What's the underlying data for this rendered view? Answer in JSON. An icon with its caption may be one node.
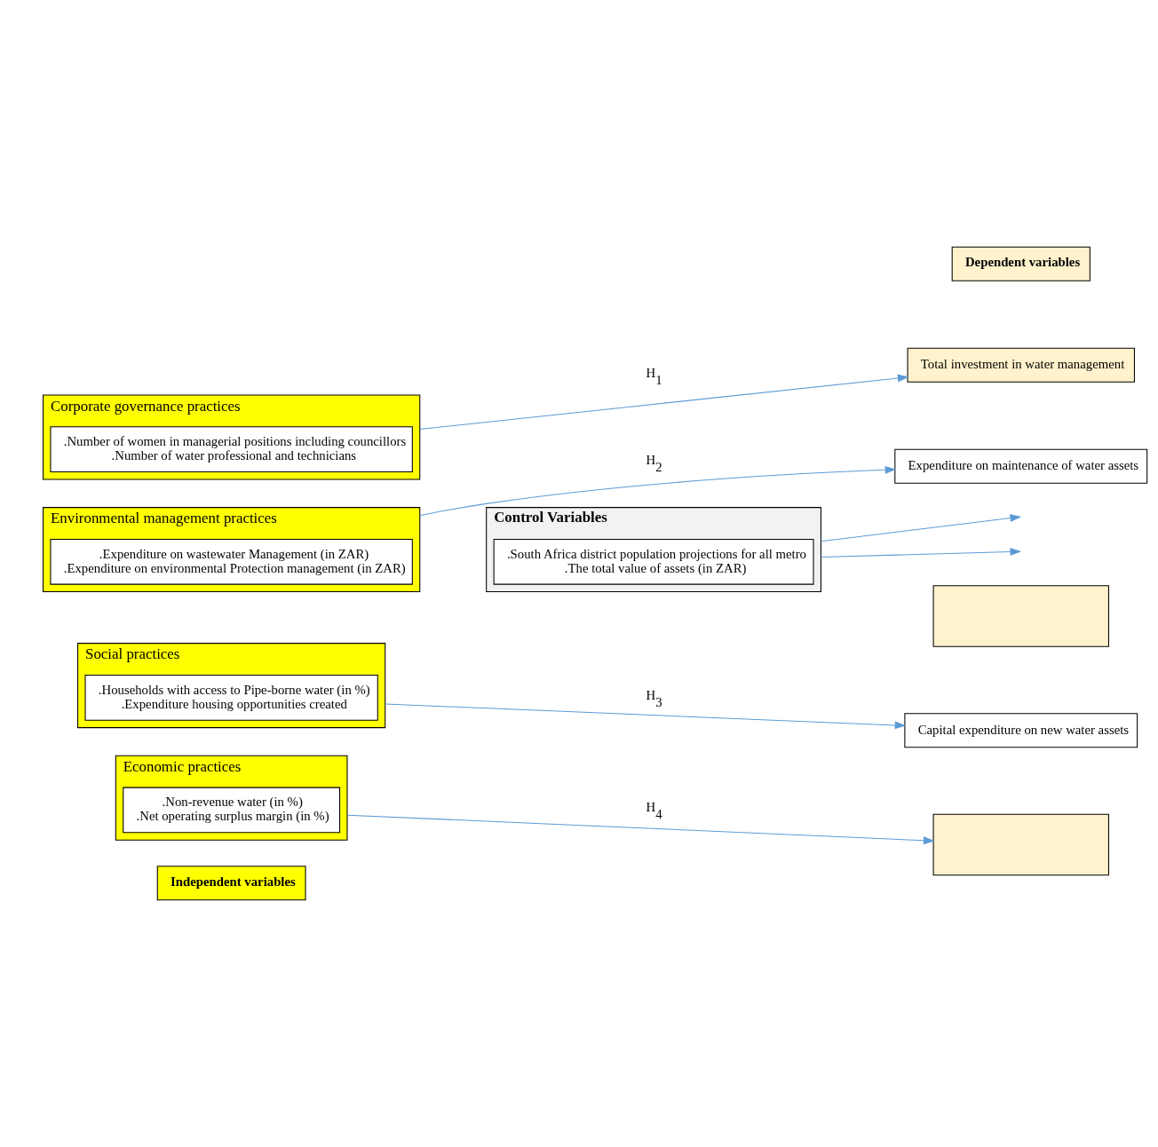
{
  "diagram": {
    "nodes": [
      {
        "text": [
          "Independent variables"
        ]
      },
      {
        "text": [
          "Corporate governance practices"
        ]
      },
      {
        "text": [
          ".Number of women in managerial positions including councillors",
          ".Number of water professional and technicians"
        ],
        "in": 1
      },
      {
        "text": [
          "Environmental management practices"
        ]
      },
      {
        "text": [
          ".Expenditure on wastewater Management (in ZAR)",
          ".Expenditure on environmental Protection management (in ZAR)"
        ],
        "in": 3
      },
      {
        "text": [
          "Social practices"
        ]
      },
      {
        "text": [
          ".Households with access to Pipe-borne water (in %)",
          ".Expenditure housing opportunities created"
        ],
        "in": 5
      },
      {
        "text": [
          "Economic practices"
        ]
      },
      {
        "text": [
          ".Non-revenue water (in %)",
          ".Net operating surplus margin (in %)"
        ],
        "in": 7
      },
      {
        "text": [
          "Dependent variables"
        ]
      },
      {
        "text": [
          "Total investment in water management"
        ]
      },
      {
        "text": [
          "Expenditure on maintenance of water assets"
        ]
      },
      {
        "text": [],
        "shape": "box"
      },
      {
        "text": [
          "Capital expenditure on new water assets"
        ]
      },
      {
        "text": [],
        "shape": "box"
      },
      {
        "text": [
          "Control Variables"
        ]
      },
      {
        "text": [
          ".South Africa district population projections for all metro",
          ".The total value of assets (in ZAR)"
        ],
        "in": 15
      }
    ],
    "edges": [
      {
        "from": 1,
        "to": 10,
        "arrow": "to",
        "label": "H$_{1}$"
      },
      {
        "from": 3,
        "to": 11,
        "arrow": "to",
        "label": "H$_{2}$"
      },
      {
        "from": 5,
        "to": 13,
        "arrow": "to",
        "label": "H$_{3}$"
      },
      {
        "from": 7,
        "to": 14,
        "arrow": "to",
        "label": "H$_{4}$"
      },
      {
        "from": 15,
        "to": null,
        "arrow": "to"
      },
      {
        "from": 15,
        "to": null,
        "arrow": "to"
      }
    ]
  }
}
